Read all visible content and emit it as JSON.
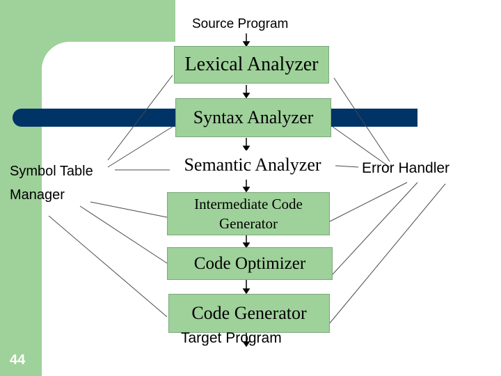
{
  "diagram": {
    "source_label": "Source Program",
    "target_label": "Target Program",
    "phases": [
      "Lexical Analyzer",
      "Syntax Analyzer",
      "Semantic Analyzer",
      "Intermediate Code Generator",
      "Code Optimizer",
      "Code Generator"
    ],
    "left_label": "Symbol Table Manager",
    "right_label": "Error Handler"
  },
  "slide_number": "44",
  "colors": {
    "green": "#9fd19b",
    "navy": "#003366",
    "line": "#4a4a4a"
  }
}
